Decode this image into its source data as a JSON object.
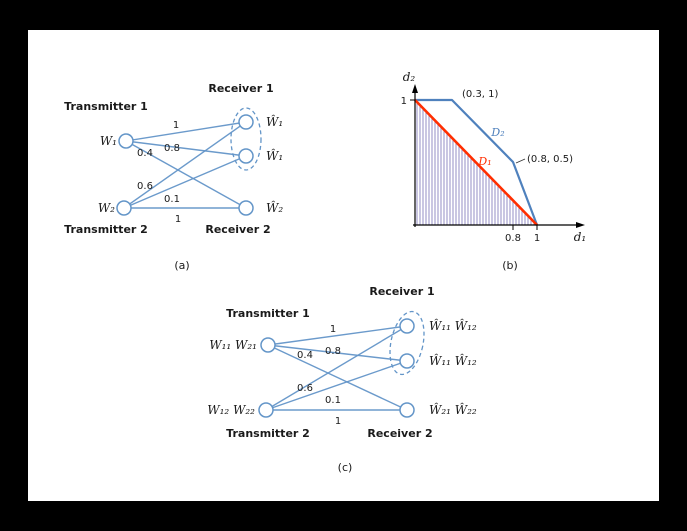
{
  "colors": {
    "edge_blue": "#6395c8",
    "plot_blue": "#4f81bd",
    "red_line": "#ff2e00",
    "hatch": "#5a52a8",
    "text": "#1a1a1a"
  },
  "fig_a": {
    "caption": "(a)",
    "labels": {
      "transmitter1": "Transmitter 1",
      "transmitter2": "Transmitter 2",
      "receiver1": "Receiver 1",
      "receiver2": "Receiver 2"
    },
    "nodes": {
      "tx1": "W₁",
      "tx2": "W₂",
      "rx1a": "Ŵ₁",
      "rx1b": "Ŵ₁",
      "rx2": "Ŵ₂"
    },
    "edge_labels": [
      "1",
      "0.4",
      "0.8",
      "0.6",
      "0.1",
      "1"
    ]
  },
  "fig_b": {
    "caption": "(b)",
    "xlabel": "d₁",
    "ylabel": "d₂",
    "x_ticks": [
      "0.8",
      "1"
    ],
    "y_ticks": [
      "1"
    ],
    "point_labels": [
      "(0.3, 1)",
      "(0.8, 0.5)"
    ],
    "region_outer_label": "D₂",
    "region_inner_label": "D₁"
  },
  "fig_c": {
    "caption": "(c)",
    "labels": {
      "transmitter1": "Transmitter 1",
      "transmitter2": "Transmitter 2",
      "receiver1": "Receiver 1",
      "receiver2": "Receiver 2"
    },
    "nodes": {
      "tx1": "W₁₁ W₂₁",
      "tx2": "W₁₂ W₂₂",
      "rx1a": "Ŵ₁₁ Ŵ₁₂",
      "rx1b": "Ŵ₁₁ Ŵ₁₂",
      "rx2": "Ŵ₂₁ Ŵ₂₂"
    },
    "edge_labels": [
      "1",
      "0.4",
      "0.8",
      "0.6",
      "0.1",
      "1"
    ]
  },
  "chart_data": {
    "type": "line",
    "title": "",
    "xlabel": "d1",
    "ylabel": "d2",
    "xlim": [
      0,
      1.15
    ],
    "ylim": [
      0,
      1.15
    ],
    "x_tick_labels": [
      "0.8",
      "1"
    ],
    "y_tick_labels": [
      "1"
    ],
    "grid": false,
    "legend": false,
    "series": [
      {
        "name": "D2 region boundary",
        "color": "#4f81bd",
        "x": [
          0,
          0.3,
          0.8,
          1
        ],
        "y": [
          1,
          1,
          0.5,
          0
        ]
      },
      {
        "name": "D1 region boundary",
        "color": "#ff2e00",
        "x": [
          0,
          1
        ],
        "y": [
          1,
          0
        ]
      }
    ],
    "annotations": [
      {
        "text": "(0.3, 1)",
        "x": 0.3,
        "y": 1
      },
      {
        "text": "(0.8, 0.5)",
        "x": 0.8,
        "y": 0.5
      },
      {
        "text": "D2",
        "x": 0.65,
        "y": 0.75
      },
      {
        "text": "D1",
        "x": 0.55,
        "y": 0.5
      }
    ],
    "fill_note": "vertical hatch lines fill the region under the D1 boundary"
  }
}
